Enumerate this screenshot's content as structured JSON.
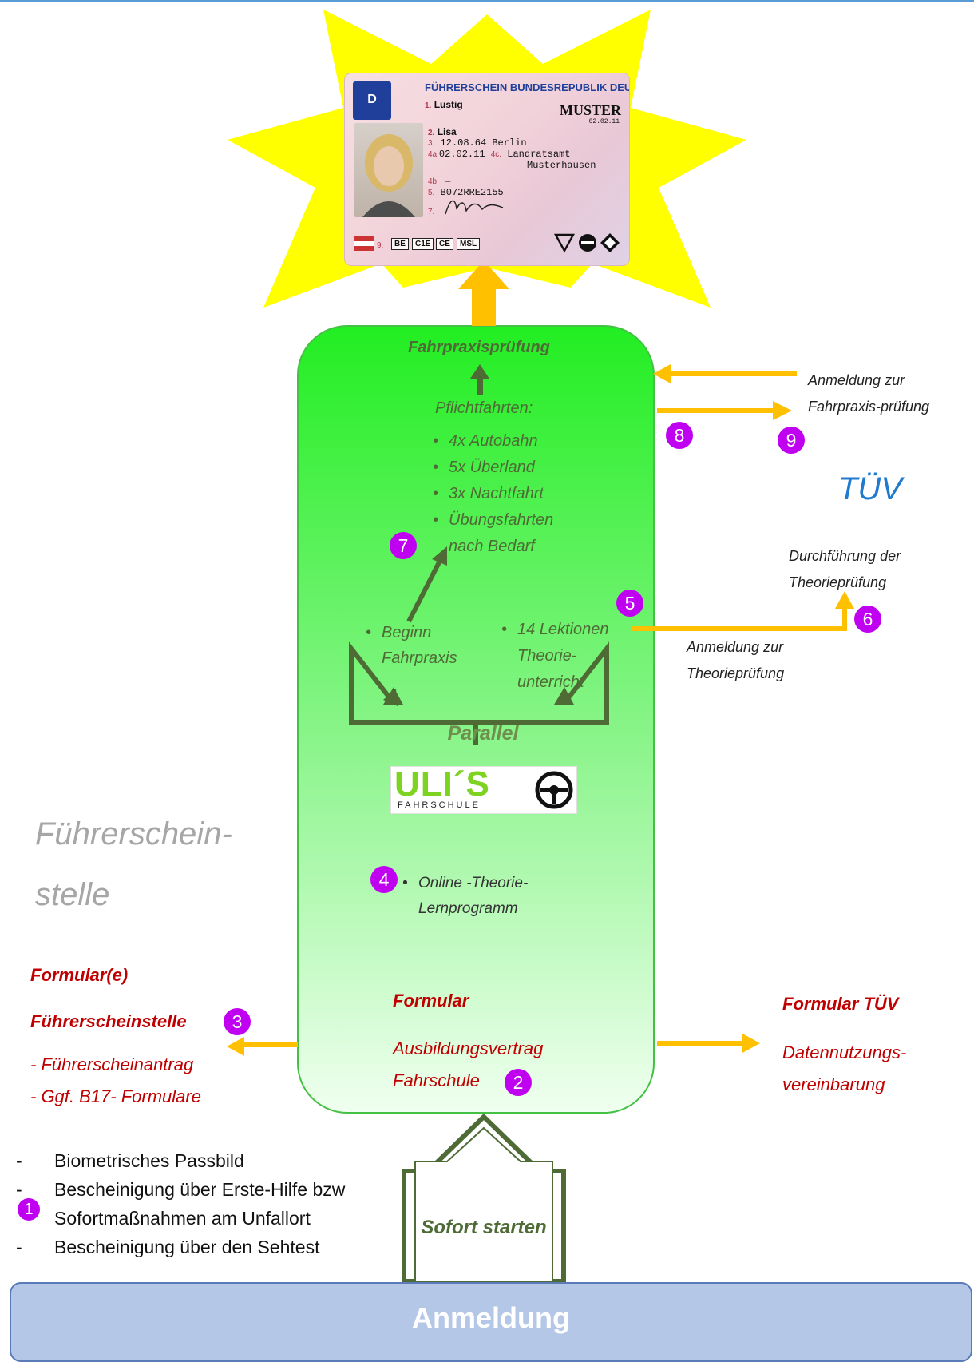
{
  "diagram": {
    "license_card": {
      "title": "FÜHRERSCHEIN BUNDESREPUBLIK DEUTSCHLAND",
      "country": "D",
      "muster": "MUSTER",
      "muster_date": "02.02.11",
      "field1_label": "1.",
      "field1": "Lustig",
      "field2_label": "2.",
      "field2": "Lisa",
      "field3_label": "3.",
      "field3": "12.08.64  Berlin",
      "field4a_label": "4a.",
      "field4a": "02.02.11",
      "field4c_label": "4c.",
      "field4c": "Landratsamt",
      "field4c_2": "Musterhausen",
      "field4b_label": "4b.",
      "field4b": "—",
      "field5_label": "5.",
      "field5": "B072RRE2155",
      "field7_label": "7.",
      "field9_label": "9.",
      "classes": [
        "BE",
        "C1E",
        "CE",
        "MSL"
      ]
    },
    "center_box": {
      "fahrpraxispruefung": "Fahrpraxisprüfung",
      "pflichtfahrten_title": "Pflichtfahrten:",
      "pflichtfahrten": [
        "4x Autobahn",
        "5x Überland",
        "3x Nachtfahrt",
        "Übungsfahrten nach Bedarf"
      ],
      "beginn_fahrpraxis": "Beginn Fahrpraxis",
      "lektionen": "14 Lektionen Theorie-unterricht",
      "parallel": "Parallel",
      "logo_main": "ULI´S",
      "logo_sub": "FAHRSCHULE",
      "online_theorie": "Online -Theorie-Lernprogramm",
      "formular_title": "Formular",
      "ausbildungsvertrag_1": "Ausbildungsvertrag",
      "ausbildungsvertrag_2": "Fahrschule"
    },
    "right_side": {
      "anmeldung_fahrpraxis": "Anmeldung zur Fahrpraxis-prüfung",
      "tuev": "TÜV",
      "durchfuehrung": "Durchführung der Theorieprüfung",
      "anmeldung_theorie": "Anmeldung zur Theorieprüfung",
      "formular_tuev": "Formular TÜV",
      "datennutzung": "Datennutzungs-vereinbarung"
    },
    "left_side": {
      "fuehrerscheinstelle_1": "Führerschein-",
      "fuehrerscheinstelle_2": "stelle",
      "formulare_title": "Formular(e)",
      "formulare_sub": "Führerscheinstelle",
      "item_antrag": "- Führerscheinantrag",
      "item_b17": "- Ggf. B17- Formulare"
    },
    "documents": {
      "dash": "-",
      "items": [
        "Biometrisches Passbild",
        "Bescheinigung über Erste-Hilfe bzw",
        "Sofortmaßnahmen am Unfallort",
        "Bescheinigung über den Sehtest"
      ]
    },
    "sofort_starten": "Sofort starten",
    "anmeldung": "Anmeldung",
    "step_numbers": [
      "1",
      "2",
      "3",
      "4",
      "5",
      "6",
      "7",
      "8",
      "9"
    ]
  },
  "colors": {
    "green_box_top": "#22ee22",
    "green_box_bottom": "#f0fff0",
    "orange_arrow": "#ffc000",
    "dark_green": "#4e6b36",
    "red_text": "#c00000",
    "tuev_blue": "#1f7bd0",
    "badge_purple": "#c000f0",
    "anmeldung_bar": "#b4c7e7",
    "starburst": "#ffff00"
  }
}
